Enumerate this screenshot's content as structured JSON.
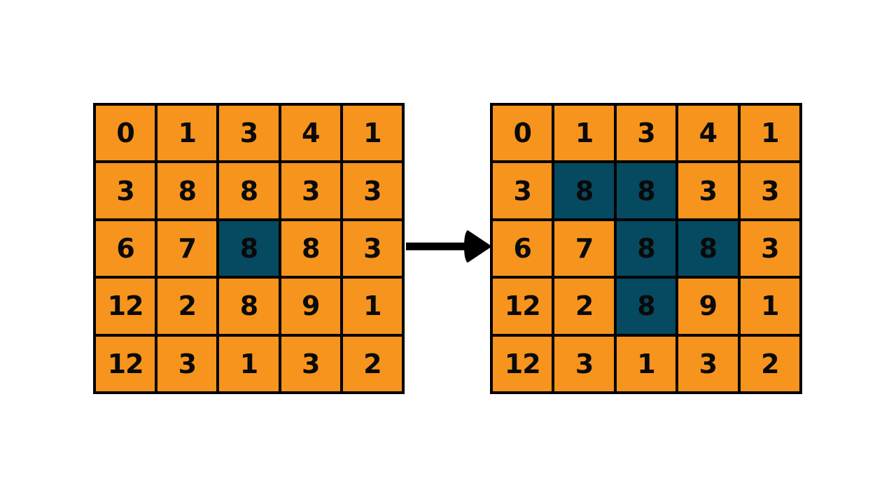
{
  "colors": {
    "cell_orange": "#F7941D",
    "cell_teal": "#064A61",
    "grid_border": "#000000",
    "digit": "#0A0A0A",
    "arrow": "#000000",
    "page_bg": "#FFFFFF"
  },
  "left_grid": {
    "rows": [
      [
        0,
        1,
        3,
        4,
        1
      ],
      [
        3,
        8,
        8,
        3,
        3
      ],
      [
        6,
        7,
        8,
        8,
        3
      ],
      [
        12,
        2,
        8,
        9,
        1
      ],
      [
        12,
        3,
        1,
        3,
        2
      ]
    ],
    "highlighted": [
      [
        2,
        2
      ]
    ]
  },
  "right_grid": {
    "rows": [
      [
        0,
        1,
        3,
        4,
        1
      ],
      [
        3,
        8,
        8,
        3,
        3
      ],
      [
        6,
        7,
        8,
        8,
        3
      ],
      [
        12,
        2,
        8,
        9,
        1
      ],
      [
        12,
        3,
        1,
        3,
        2
      ]
    ],
    "highlighted": [
      [
        1,
        1
      ],
      [
        1,
        2
      ],
      [
        2,
        2
      ],
      [
        2,
        3
      ],
      [
        3,
        2
      ]
    ]
  },
  "arrow": {
    "direction": "right"
  }
}
